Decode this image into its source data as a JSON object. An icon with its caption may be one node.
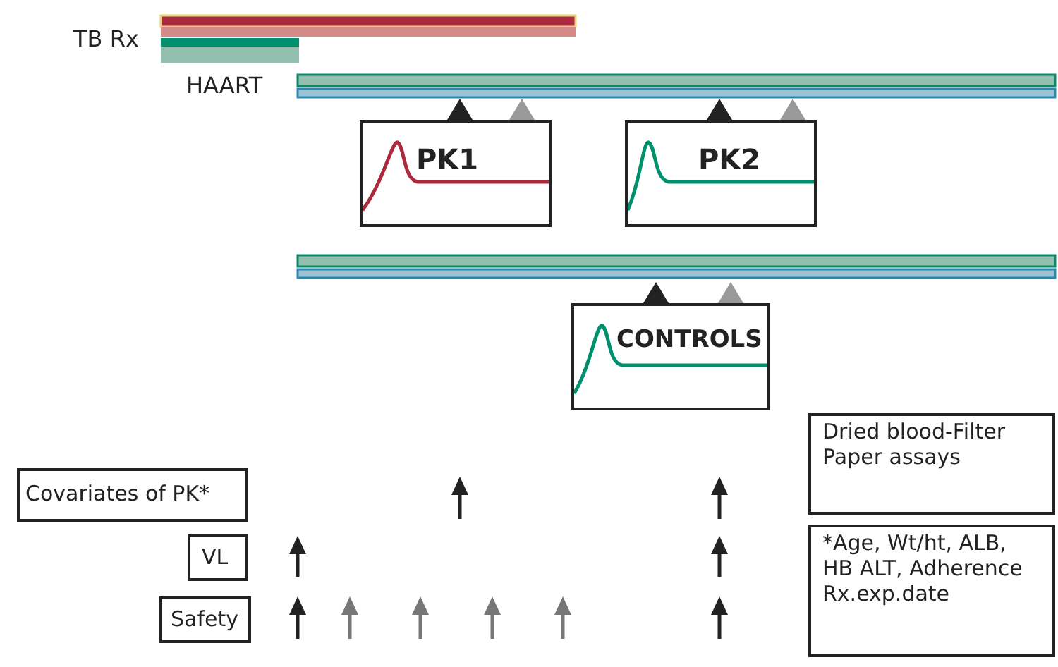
{
  "diagram": {
    "nodes": [
      {
        "text": [
          "PK1"
        ]
      },
      {
        "text": [
          "PK2"
        ]
      },
      {
        "text": [
          "CONTROLS"
        ]
      },
      {
        "text": [
          "Covariates of PK*"
        ]
      },
      {
        "text": [
          "VL"
        ]
      },
      {
        "text": [
          "Safety"
        ]
      },
      {
        "text": [
          "Dried blood-Filter Paper assays"
        ]
      },
      {
        "text": [
          "*Age, Wt/ht, ALB, HB ALT, Adherence Rx.exp.date"
        ]
      }
    ],
    "edges": [],
    "labels": [
      "TB Rx",
      "HAART"
    ]
  }
}
